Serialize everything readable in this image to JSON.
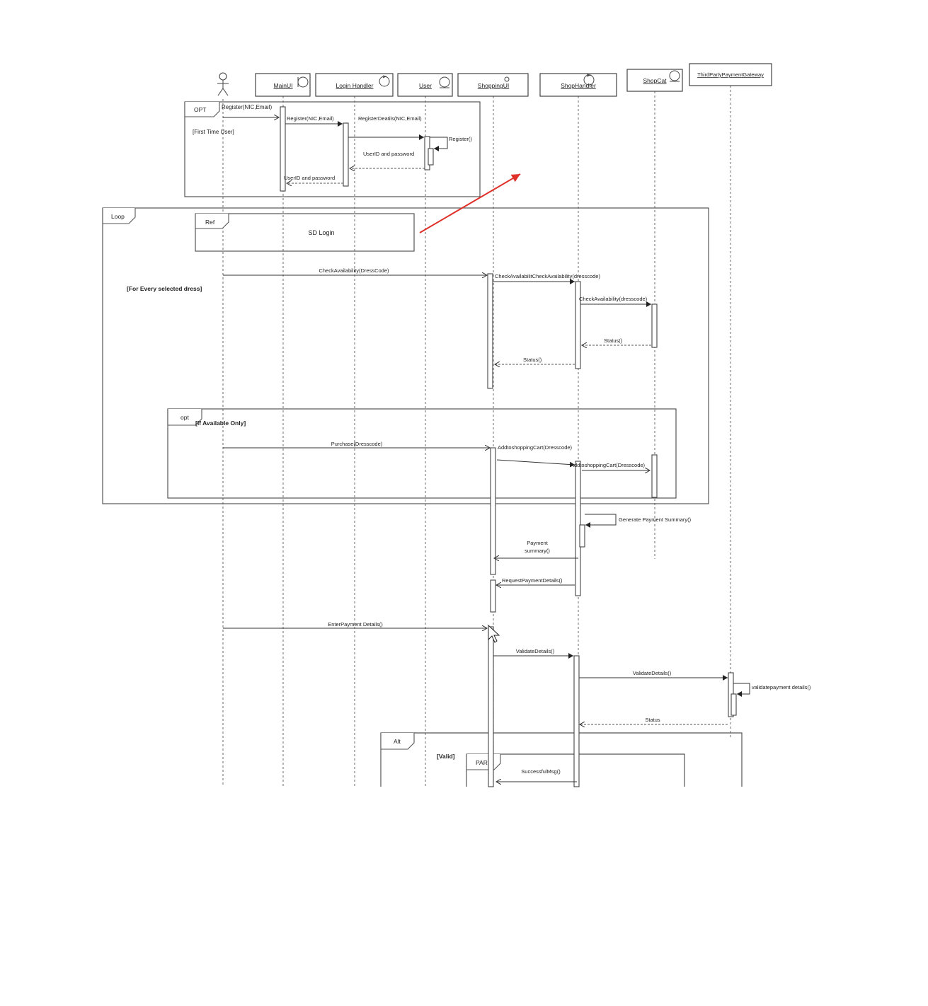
{
  "participants": [
    {
      "id": "actor",
      "label": "",
      "kind": "actor"
    },
    {
      "id": "mainui",
      "label": "MainUI",
      "kind": "boundary"
    },
    {
      "id": "login",
      "label": "Login Handler",
      "kind": "control"
    },
    {
      "id": "user",
      "label": "User",
      "kind": "entity"
    },
    {
      "id": "shopui",
      "label": "ShoppingUI",
      "kind": "boundary"
    },
    {
      "id": "shophandler",
      "label": "ShopHandler",
      "kind": "control"
    },
    {
      "id": "shopcat",
      "label": "ShopCat",
      "kind": "entity"
    },
    {
      "id": "gateway",
      "label": "ThirdPartyPaymentGateway",
      "kind": "boundary"
    }
  ],
  "fragments": {
    "opt1": {
      "tag": "OPT",
      "guard": "[First Time User]"
    },
    "loop": {
      "tag": "Loop",
      "guard": "[For Every selected dress]"
    },
    "ref": {
      "tag": "Ref",
      "text": "SD Login"
    },
    "opt2": {
      "tag": "opt",
      "guard": "[If Available Only]"
    },
    "alt": {
      "tag": "Alt",
      "guard": "[Valid]"
    },
    "par": {
      "tag": "PAR"
    }
  },
  "messages": {
    "register_nic": "Register(NIC,Email)",
    "register_nic2": "Register(NIC,Email)",
    "register_details": "RegisterDeatils(NIC,Email)",
    "register_self": "Register()",
    "userid_pw_1": "UserID and password",
    "userid_pw_2": "UserID and password",
    "check_avail": "CheckAvailability(DressCode)",
    "check_avail_2": "CheckAvailabilitCheckAvailability(dresscode)",
    "check_avail_3": "CheckAvailability(dresscode)",
    "status_1": "Status()",
    "status_2": "Status()",
    "purchase": "Purchase(Dresscode)",
    "add_cart_1": "AddtoshoppingCart(Dresscode)",
    "add_cart_2": "AddtoshoppingCart(Dresscode)",
    "gen_summary": "Generate Payment Summary()",
    "payment_summary_1": "Payment",
    "payment_summary_2": "summary()",
    "request_payment": "RequestPaymentDetails()",
    "enter_payment": "EnterPayment Details()",
    "validate_1": "ValidateDetails()",
    "validate_2": "ValidateDetails()",
    "validate_self": "validatepayment details()",
    "status_3": "Status",
    "success_msg": "SuccessfulMsg()"
  },
  "colors": {
    "annotation_arrow": "#e0302a",
    "line": "#444444"
  }
}
